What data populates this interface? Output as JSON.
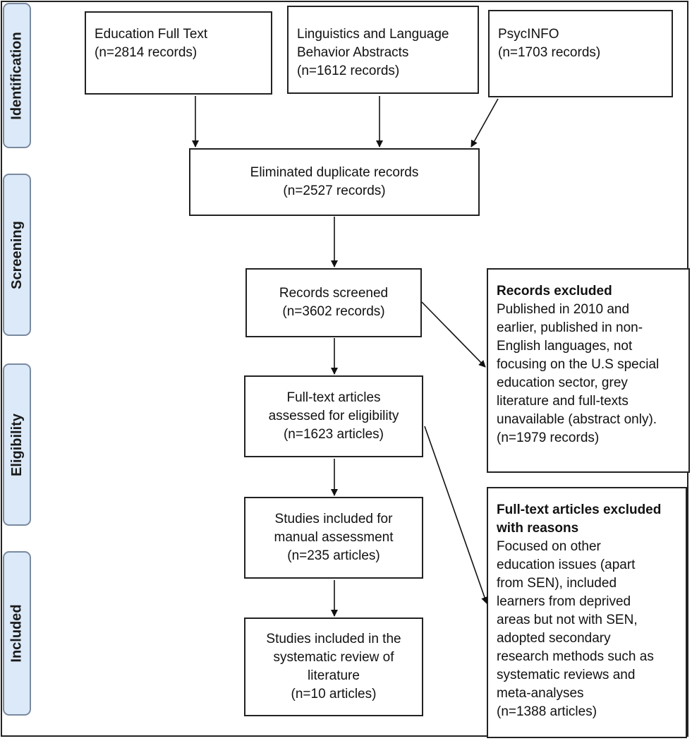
{
  "phases": {
    "identification": "Identification",
    "screening": "Screening",
    "eligibility": "Eligibility",
    "included": "Included"
  },
  "sources": {
    "education": [
      "Education Full Text",
      "(n=2814 records)"
    ],
    "linguistics": [
      "Linguistics and Language",
      "Behavior Abstracts",
      "(n=1612 records)"
    ],
    "psycinfo": [
      "PsycINFO",
      "(n=1703 records)"
    ]
  },
  "duplicates": [
    "Eliminated duplicate records",
    "(n=2527 records)"
  ],
  "screened": [
    "Records screened",
    "(n=3602 records)"
  ],
  "fulltext": [
    "Full-text articles",
    "assessed for eligibility",
    "(n=1623 articles)"
  ],
  "manual": [
    "Studies included for",
    "manual assessment",
    "(n=235 articles)"
  ],
  "included_final": [
    "Studies included in the",
    "systematic review of",
    "literature",
    "(n=10 articles)"
  ],
  "records_excluded": {
    "title": "Records excluded",
    "lines": [
      "Published in 2010 and",
      "earlier, published in non-",
      "English languages, not",
      "focusing on the U.S special",
      "education sector, grey",
      "literature and full-texts",
      "unavailable (abstract only).",
      "(n=1979 records)"
    ]
  },
  "fulltext_excluded": {
    "title": [
      "Full-text articles excluded",
      "with reasons"
    ],
    "lines": [
      "Focused on other",
      "education issues (apart",
      "from SEN), included",
      "learners from deprived",
      "areas but not with SEN,",
      "adopted secondary",
      "research methods such as",
      "systematic reviews and",
      "meta-analyses",
      "(n=1388 articles)"
    ]
  }
}
